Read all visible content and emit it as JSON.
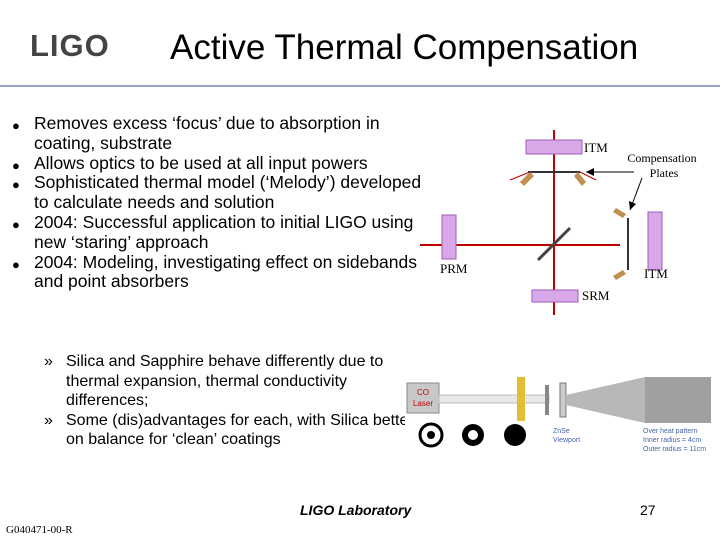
{
  "header": {
    "logo_text": "LIGO",
    "title": "Active Thermal Compensation"
  },
  "bullets": [
    "Removes excess ‘focus’ due to absorption in coating, substrate",
    "Allows optics to be used at all input powers",
    "Sophisticated thermal model (‘Melody’) developed to calculate needs and solution",
    "2004: Successful application to initial LIGO using new ‘staring’ approach",
    "2004: Modeling, investigating effect on sidebands and point absorbers"
  ],
  "sub_bullets": [
    "Silica and Sapphire behave differently due to thermal expansion, thermal conductivity differences;",
    "Some (dis)advantages for each, with Silica better on balance for ‘clean’ coatings"
  ],
  "sub_marker": "»",
  "diagram": {
    "itm_top": "ITM",
    "itm_right": "ITM",
    "prm": "PRM",
    "srm": "SRM",
    "comp_line1": "Compensation",
    "comp_line2": "Plates",
    "colors": {
      "mirror": "#d9a8e8",
      "mirror_edge": "#a05cb8",
      "beam": "#c00000"
    }
  },
  "photo": {
    "laser_line1": "CO",
    "laser_line2": "Laser",
    "window_line1": "ZnSe",
    "window_line2": "Viewport",
    "profile_line1": "Over heat pattern",
    "profile_line2": "Inner radius = 4cm",
    "profile_line3": "Outer radius = 11cm"
  },
  "footer": {
    "center": "LIGO Laboratory",
    "page": "27",
    "doc_id": "G040471-00-R"
  }
}
